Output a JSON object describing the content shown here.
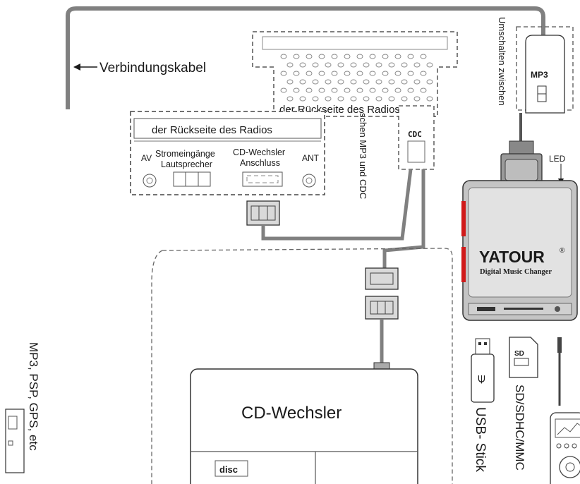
{
  "labels": {
    "cable": "Verbindungskabel",
    "radio_back_upper": "der Rückseite des Radios",
    "radio_back_lower": "der Rückseite des Radios",
    "switch_vertical_1": "Umschalten zwischen",
    "switch_vertical_2": "schen MP3 und CDC",
    "av": "AV",
    "power_line1": "Stromeingänge",
    "power_line2": "Lautsprecher",
    "cdc_line1": "CD-Wechsler",
    "cdc_line2": "Anschluss",
    "ant": "ANT",
    "switch_mp3": "MP3",
    "switch_cdc": "CDC",
    "led": "LED",
    "brand": "YATOUR",
    "brand_reg": "®",
    "brand_sub": "Digital Music Changer",
    "usb": "USB- Stick",
    "sd": "SD/SDHC/MMC",
    "devices": "MP3, PSP, GPS, etc",
    "cd_changer": "CD-Wechsler",
    "cd_logo": "disc",
    "sd_card_label": "SD"
  },
  "colors": {
    "cable": "#808080",
    "cable_dark": "#555555",
    "device_body": "#c8c8c8",
    "device_face": "#e6e6e6",
    "accent_red": "#d01a1a",
    "outline": "#333333"
  }
}
